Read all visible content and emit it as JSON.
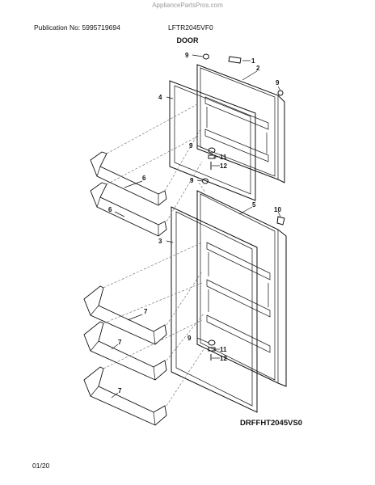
{
  "watermark": "AppliancePartsPros.com",
  "header": {
    "publication": "Publication No: 5995719694",
    "model": "LFTR2045VF0"
  },
  "title": "DOOR",
  "diagram_id": "DRFFHT2045VS0",
  "footer_date": "01/20",
  "callouts": {
    "c1": "1",
    "c2": "2",
    "c3": "3",
    "c4": "4",
    "c5": "5",
    "c6a": "6",
    "c6b": "6",
    "c7a": "7",
    "c7b": "7",
    "c7c": "7",
    "c9a": "9",
    "c9b": "9",
    "c9c": "9",
    "c9d": "9",
    "c9e": "9",
    "c10": "10",
    "c11a": "11",
    "c11b": "11",
    "c12a": "12",
    "c12b": "12"
  }
}
